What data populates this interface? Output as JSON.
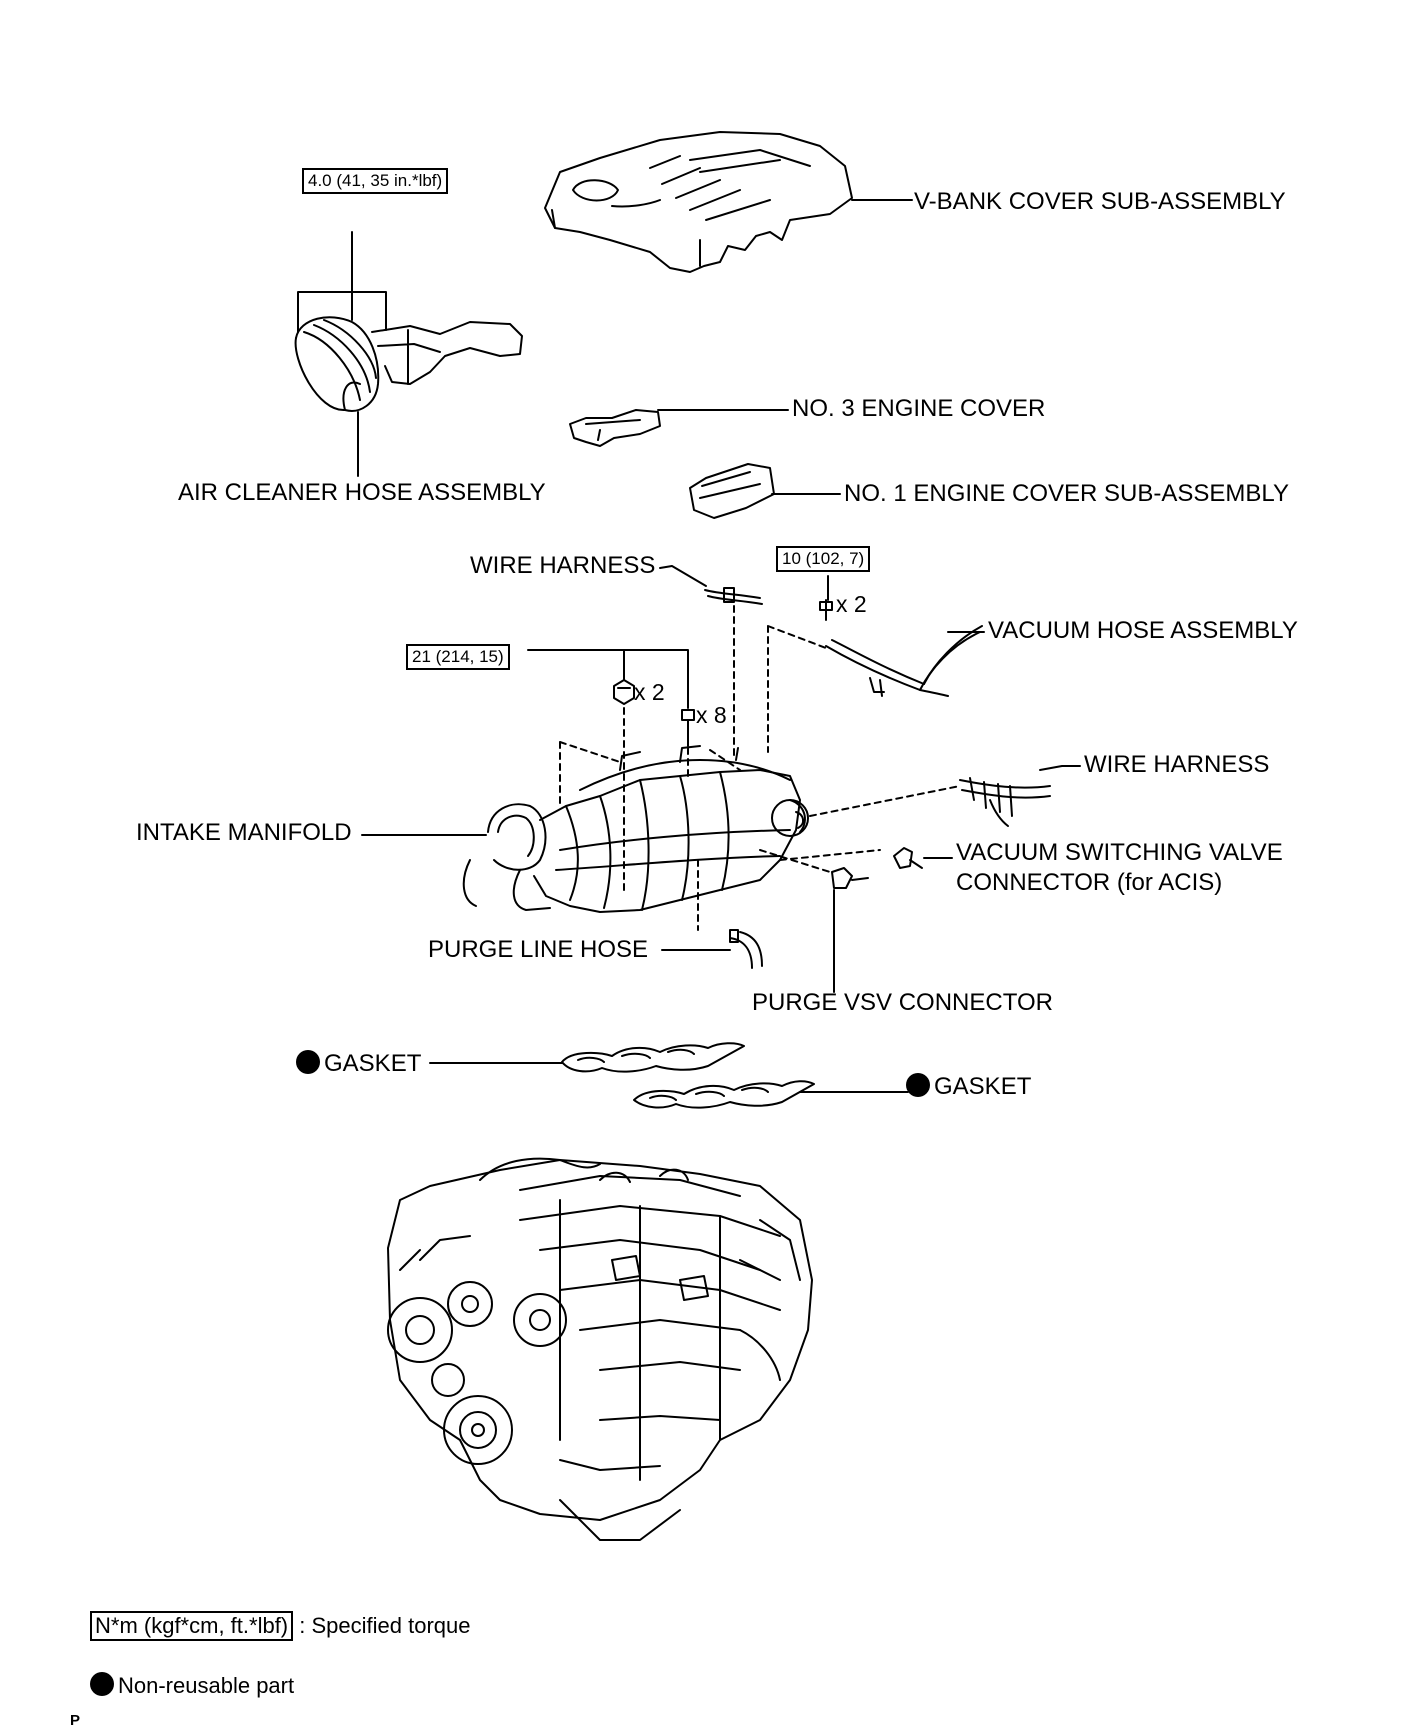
{
  "parts": {
    "v_bank_cover": "V-BANK COVER SUB-ASSEMBLY",
    "air_cleaner_hose": "AIR CLEANER HOSE ASSEMBLY",
    "no3_engine_cover": "NO. 3 ENGINE COVER",
    "no1_engine_cover": "NO. 1 ENGINE COVER SUB-ASSEMBLY",
    "wire_harness_top": "WIRE HARNESS",
    "vacuum_hose": "VACUUM HOSE ASSEMBLY",
    "intake_manifold": "INTAKE MANIFOLD",
    "wire_harness_right": "WIRE HARNESS",
    "vsv_connector_line1": "VACUUM SWITCHING VALVE",
    "vsv_connector_line2": "CONNECTOR (for ACIS)",
    "purge_line_hose": "PURGE LINE HOSE",
    "purge_vsv_connector": "PURGE VSV CONNECTOR",
    "gasket_left": "GASKET",
    "gasket_right": "GASKET"
  },
  "torques": {
    "air_cleaner": "4.0 (41, 35 in.*lbf)",
    "vacuum_hose": "10 (102, 7)",
    "intake_manifold": "21 (214, 15)"
  },
  "quantities": {
    "vacuum_hose_bolts": "x 2",
    "manifold_nuts": "x 2",
    "manifold_bolts": "x 8"
  },
  "legend": {
    "torque_unit": "N*m (kgf*cm, ft.*lbf)",
    "torque_text": ": Specified torque",
    "nonreusable_text": "Non-reusable part"
  },
  "corner_mark": "P"
}
